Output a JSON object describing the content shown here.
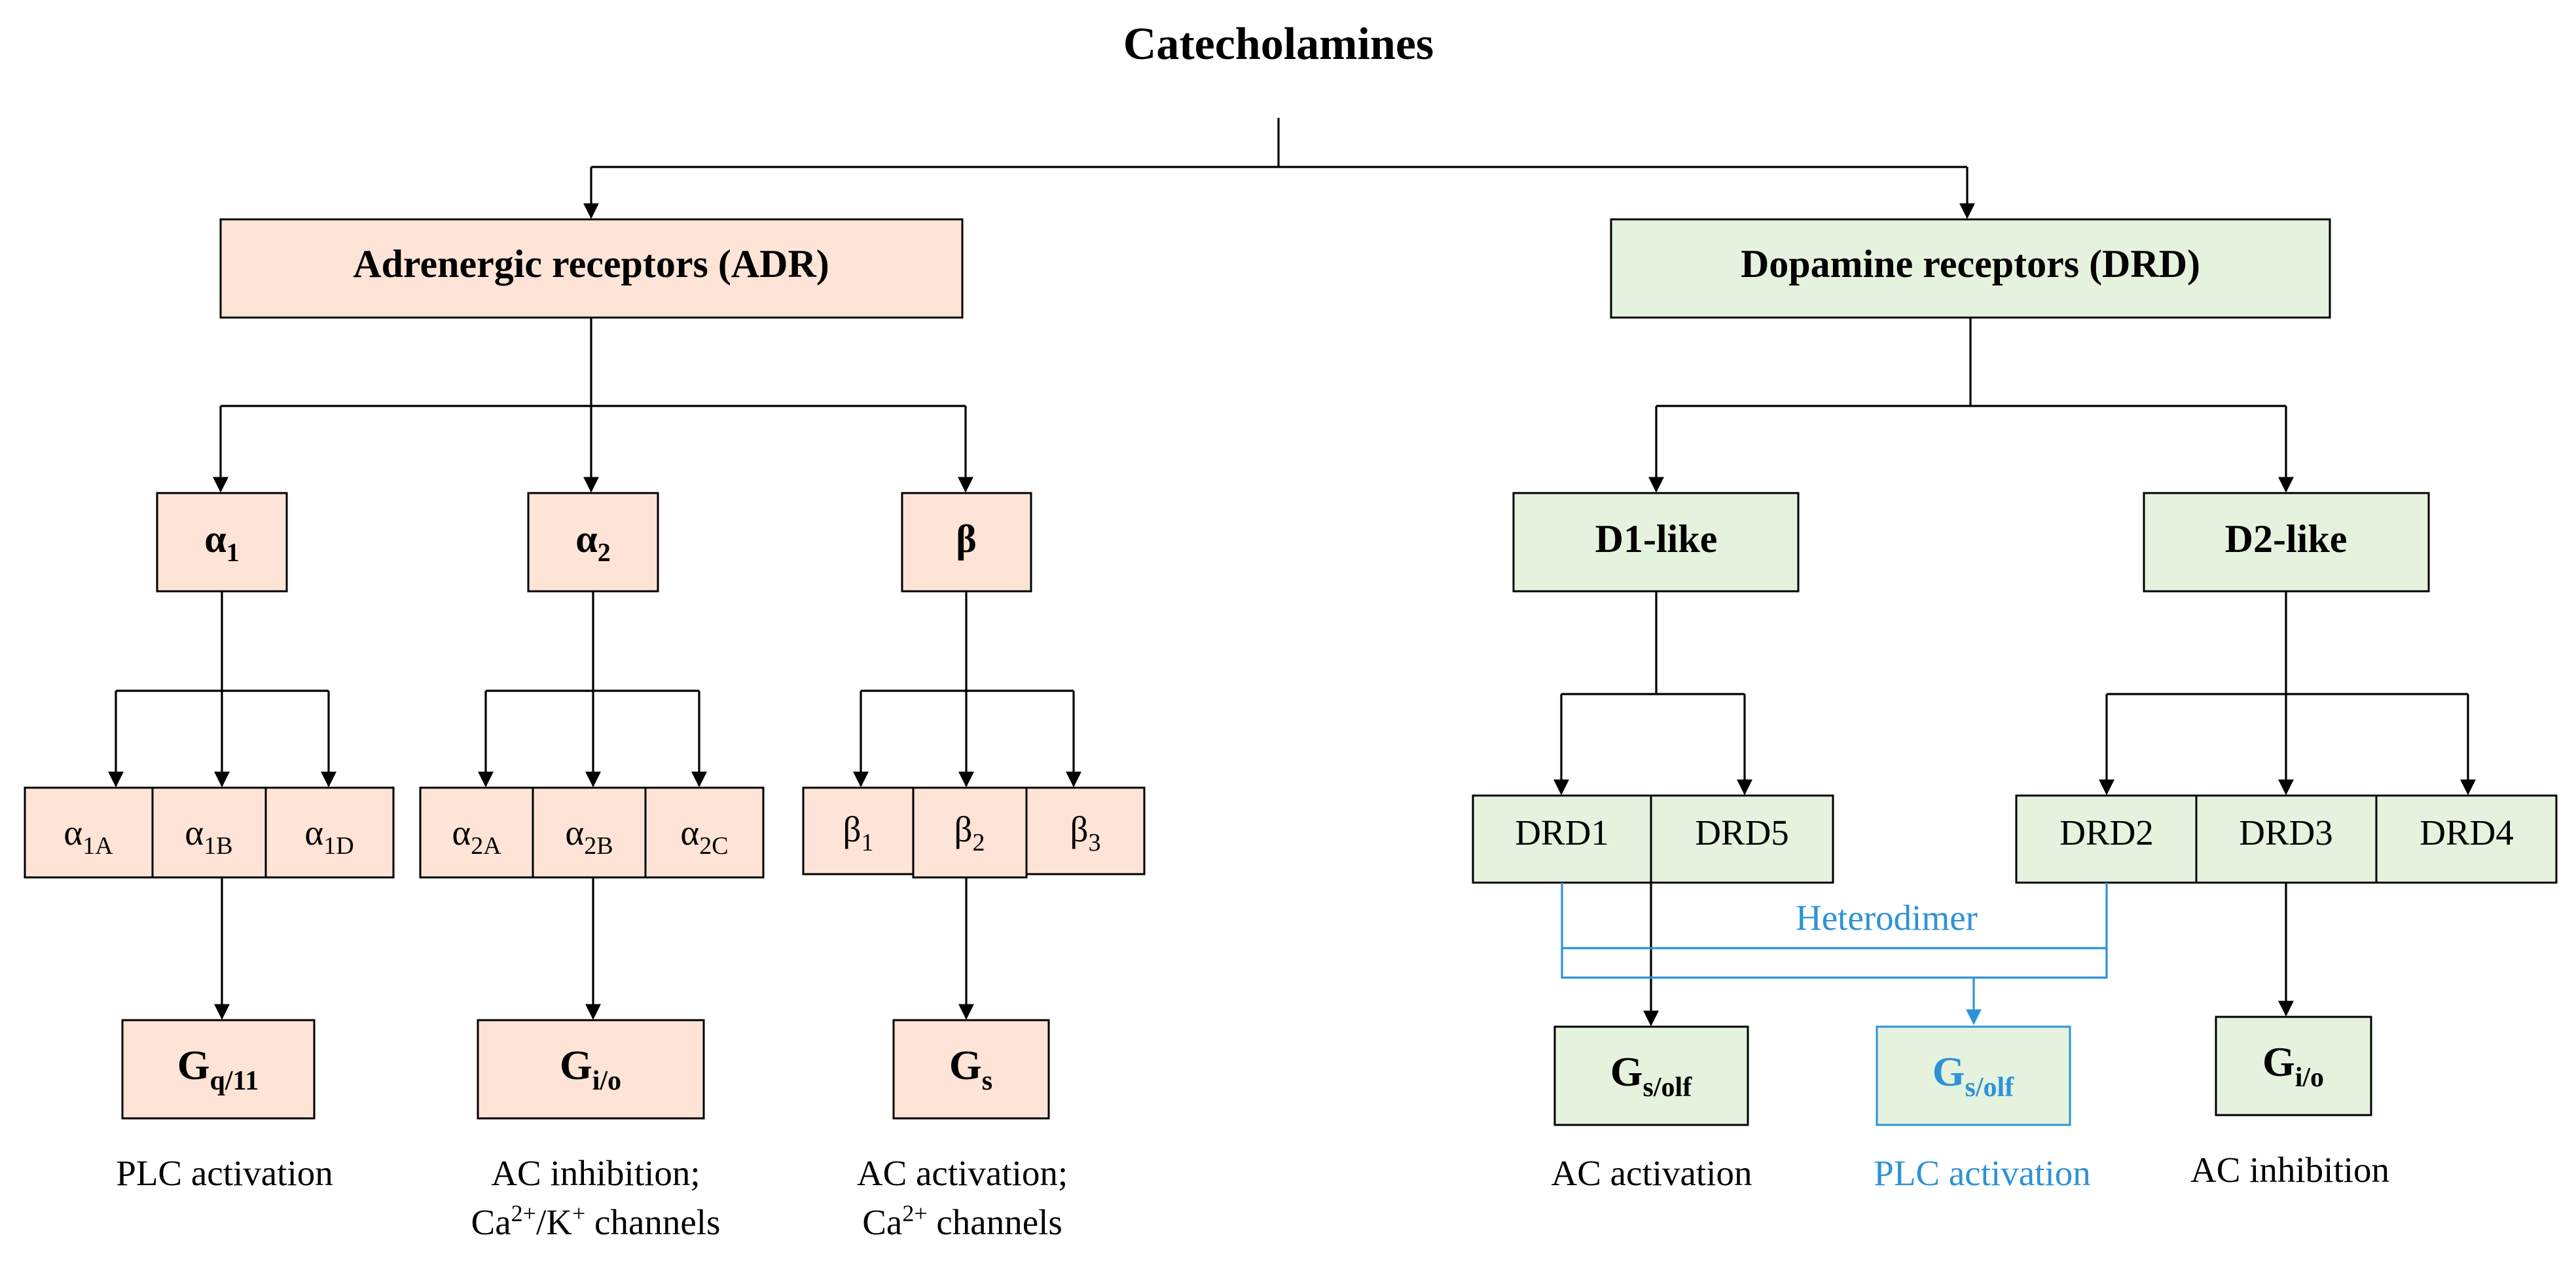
{
  "title": "Catecholamines",
  "adr": {
    "label": "Adrenergic receptors (ADR)",
    "alpha1": {
      "base": "α",
      "sub": "1"
    },
    "alpha2": {
      "base": "α",
      "sub": "2"
    },
    "beta": {
      "base": "β"
    },
    "isoforms": {
      "a1a": {
        "base": "α",
        "sub": "1A"
      },
      "a1b": {
        "base": "α",
        "sub": "1B"
      },
      "a1d": {
        "base": "α",
        "sub": "1D"
      },
      "a2a": {
        "base": "α",
        "sub": "2A"
      },
      "a2b": {
        "base": "α",
        "sub": "2B"
      },
      "a2c": {
        "base": "α",
        "sub": "2C"
      },
      "b1": {
        "base": "β",
        "sub": "1"
      },
      "b2": {
        "base": "β",
        "sub": "2"
      },
      "b3": {
        "base": "β",
        "sub": "3"
      }
    },
    "gproteins": {
      "gq11": {
        "base": "G",
        "sub": "q/11"
      },
      "gio": {
        "base": "G",
        "sub": "i/o"
      },
      "gs": {
        "base": "G",
        "sub": "s"
      }
    },
    "effects": {
      "alpha1": "PLC activation",
      "alpha2_line1": "AC inhibition;",
      "alpha2_line2_a": "Ca",
      "alpha2_line2_sup1": "2+",
      "alpha2_line2_b": "/K",
      "alpha2_line2_sup2": "+",
      "alpha2_line2_c": " channels",
      "beta_line1": "AC activation;",
      "beta_line2_a": "Ca",
      "beta_line2_sup": "2+",
      "beta_line2_b": " channels"
    }
  },
  "drd": {
    "label": "Dopamine receptors (DRD)",
    "d1like": "D1-like",
    "d2like": "D2-like",
    "isoforms": {
      "drd1": "DRD1",
      "drd5": "DRD5",
      "drd2": "DRD2",
      "drd3": "DRD3",
      "drd4": "DRD4"
    },
    "heterodimer": "Heterodimer",
    "gproteins": {
      "gsolf": {
        "base": "G",
        "sub": "s/olf"
      },
      "gsolf_hetero": {
        "base": "G",
        "sub": "s/olf"
      },
      "gio": {
        "base": "G",
        "sub": "i/o"
      }
    },
    "effects": {
      "d1": "AC activation",
      "hetero": "PLC activation",
      "d2": "AC inhibition"
    }
  },
  "colors": {
    "adr_fill": "#fde4d6",
    "drd_fill": "#e4f2de",
    "heterodimer_blue": "#2e92d6"
  }
}
